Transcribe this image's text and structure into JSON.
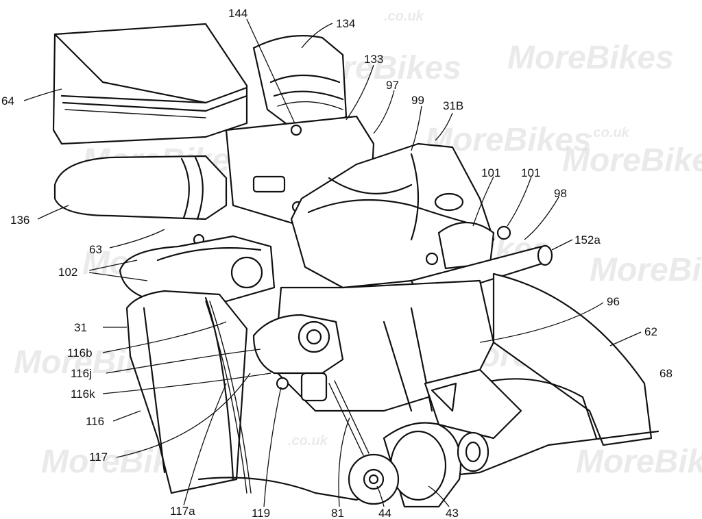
{
  "watermark": {
    "brand": "MoreBikes",
    "domain": ".co.uk"
  },
  "labels": {
    "l144": "144",
    "l134": "134",
    "l133": "133",
    "l97": "97",
    "l99": "99",
    "l31B": "31B",
    "l64": "64",
    "l136": "136",
    "l63": "63",
    "l102": "102",
    "l101a": "101",
    "l101b": "101",
    "l98": "98",
    "l152a": "152a",
    "l96": "96",
    "l62": "62",
    "l68": "68",
    "l31": "31",
    "l116b": "116b",
    "l116j": "116j",
    "l116k": "116k",
    "l116": "116",
    "l117": "117",
    "l117a": "117a",
    "l119": "119",
    "l81": "81",
    "l44": "44",
    "l43": "43"
  }
}
